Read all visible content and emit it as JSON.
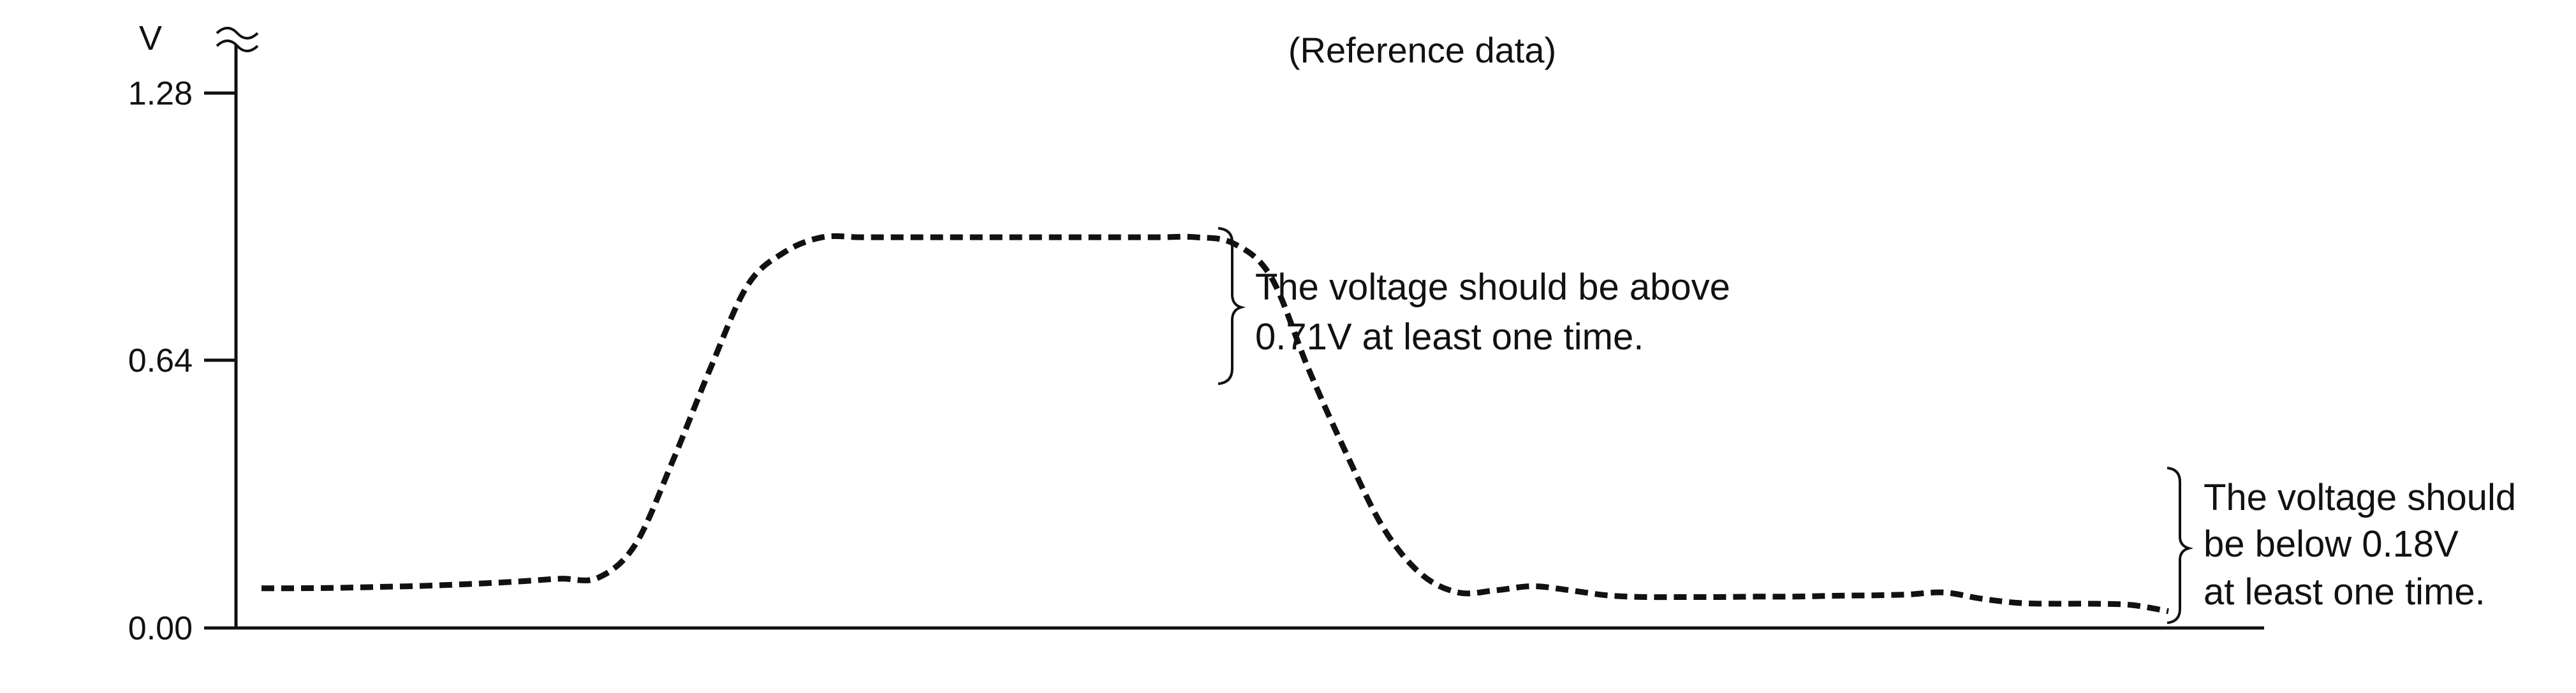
{
  "chart_data": {
    "type": "line",
    "title": "(Reference data)",
    "ylabel": "V",
    "xlabel": "",
    "ylim": [
      0,
      1.28
    ],
    "y_ticks": [
      "0.00",
      "0.64",
      "1.28"
    ],
    "grid": false,
    "axis_break": "y-axis top",
    "line_style": "dashed/dotted",
    "line_color": "#111111",
    "series": [
      {
        "values": [
          0.095,
          0.095,
          0.096,
          0.098,
          0.1,
          0.103,
          0.107,
          0.112,
          0.118,
          0.12,
          0.2,
          0.4,
          0.62,
          0.82,
          0.9,
          0.935,
          0.935,
          0.935,
          0.935,
          0.935,
          0.935,
          0.935,
          0.935,
          0.935,
          0.935,
          0.935,
          0.92,
          0.84,
          0.62,
          0.42,
          0.24,
          0.13,
          0.085,
          0.09,
          0.1,
          0.09,
          0.078,
          0.074,
          0.074,
          0.074,
          0.075,
          0.075,
          0.077,
          0.078,
          0.08,
          0.085,
          0.07,
          0.06,
          0.058,
          0.058,
          0.055,
          0.04
        ]
      }
    ],
    "annotations": [
      {
        "lines": [
          "The voltage should be above",
          "0.71V at least one time."
        ]
      },
      {
        "lines": [
          "The voltage should",
          "be below 0.18V",
          "at least one time."
        ]
      }
    ]
  }
}
